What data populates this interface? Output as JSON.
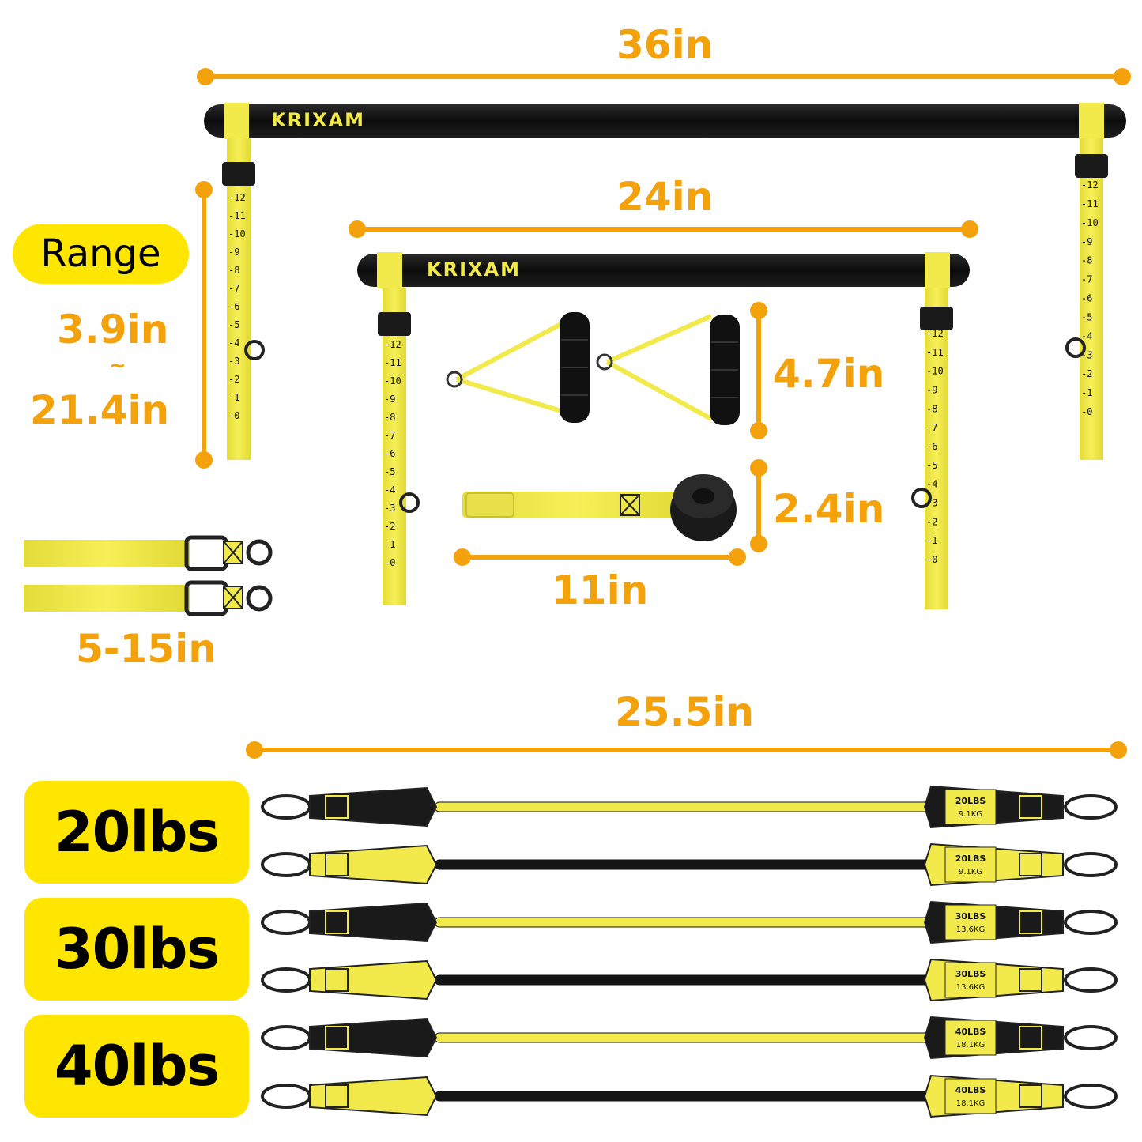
{
  "brand": "KRIXAM",
  "dimensions": {
    "bar_long": "36in",
    "bar_short": "24in",
    "strap_range_label": "Range",
    "strap_range_min": "3.9in",
    "strap_range_sep": "~",
    "strap_range_max": "21.4in",
    "handle_height": "4.7in",
    "anchor_height": "2.4in",
    "anchor_length": "11in",
    "ankle_strap_length": "5-15in",
    "band_length": "25.5in"
  },
  "strap_scale": [
    "-12",
    "-11",
    "-10",
    "-9",
    "-8",
    "-7",
    "-6",
    "-5",
    "-4",
    "-3",
    "-2",
    "-1",
    "-0"
  ],
  "bands": [
    {
      "label": "20lbs",
      "tag": "20LBS",
      "kg": "9.1KG"
    },
    {
      "label": "30lbs",
      "tag": "30LBS",
      "kg": "13.6KG"
    },
    {
      "label": "40lbs",
      "tag": "40LBS",
      "kg": "18.1KG"
    }
  ],
  "colors": {
    "accent": "#f4a20c",
    "yellow": "#ffe600",
    "strap_yellow": "#f2ea4a",
    "black": "#111111"
  }
}
